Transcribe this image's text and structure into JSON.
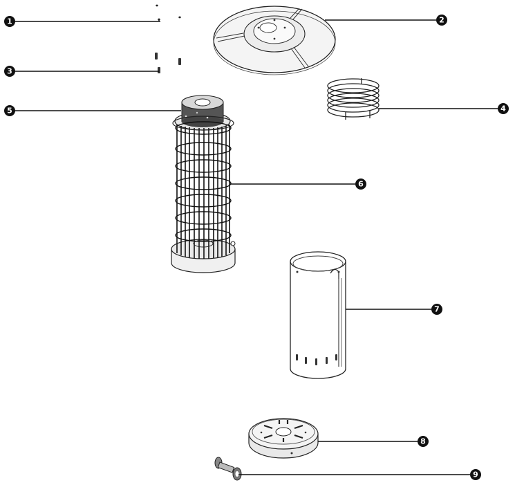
{
  "diagram": {
    "callouts": [
      {
        "id": "1",
        "label": "1"
      },
      {
        "id": "2",
        "label": "2"
      },
      {
        "id": "3",
        "label": "3"
      },
      {
        "id": "4",
        "label": "4"
      },
      {
        "id": "5",
        "label": "5"
      },
      {
        "id": "6",
        "label": "6"
      },
      {
        "id": "7",
        "label": "7"
      },
      {
        "id": "8",
        "label": "8"
      },
      {
        "id": "9",
        "label": "9"
      }
    ],
    "parts": [
      {
        "callout": "1",
        "name": "screws"
      },
      {
        "callout": "2",
        "name": "reflector-disc"
      },
      {
        "callout": "3",
        "name": "bolts"
      },
      {
        "callout": "4",
        "name": "coil-ring"
      },
      {
        "callout": "5",
        "name": "top-cap"
      },
      {
        "callout": "6",
        "name": "glass-tube-guard"
      },
      {
        "callout": "7",
        "name": "inner-cylinder"
      },
      {
        "callout": "8",
        "name": "base-plate"
      },
      {
        "callout": "9",
        "name": "connector-fitting"
      }
    ]
  }
}
